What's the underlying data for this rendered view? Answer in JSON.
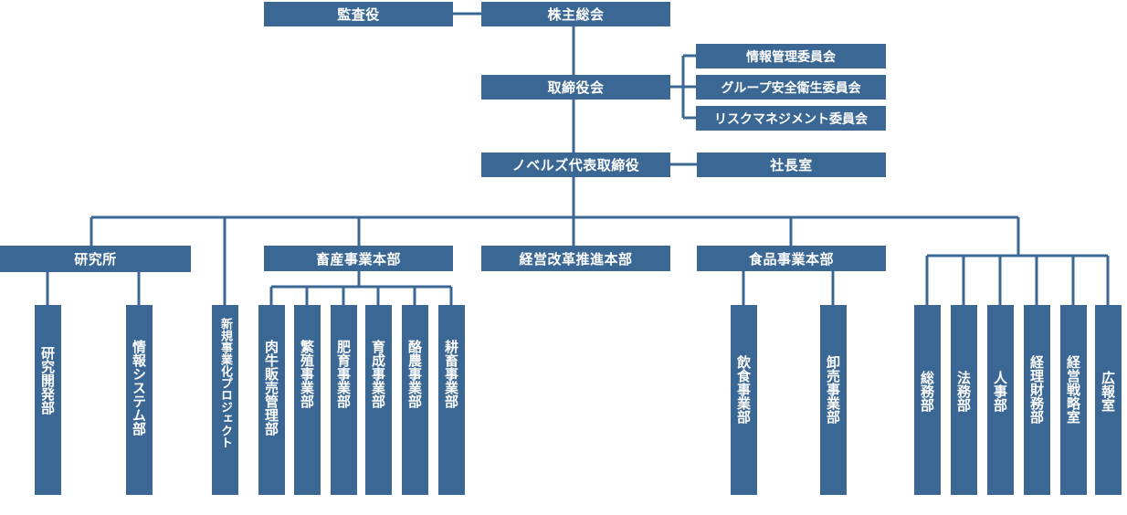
{
  "nodes": {
    "auditor": "監査役",
    "shareholders": "株主総会",
    "board": "取締役会",
    "info_mgmt": "情報管理委員会",
    "group_safety": "グループ安全衛生委員会",
    "risk_mgmt": "リスクマネジメント委員会",
    "ceo": "ノベルズ代表取締役",
    "president_office": "社長室",
    "research_institute": "研究所",
    "livestock_hq": "畜産事業本部",
    "reform_hq": "経営改革推進本部",
    "food_hq": "食品事業本部",
    "rd_dept": "研究開発部",
    "is_dept": "情報システム部",
    "new_biz": "新規事業化プロジェクト",
    "beef_sales": "肉牛販売管理部",
    "breeding": "繁殖事業部",
    "fattening": "肥育事業部",
    "rearing": "育成事業部",
    "dairy": "酪農事業部",
    "crop_livestock": "耕畜事業部",
    "restaurant": "飲食事業部",
    "wholesale": "卸売事業部",
    "general_affairs": "総務部",
    "legal": "法務部",
    "hr": "人事部",
    "finance": "経理財務部",
    "strategy": "経営戦略室",
    "pr": "広報室"
  },
  "colors": {
    "box": "#3A6794",
    "line": "#3A6794",
    "text": "#FFFFFF"
  }
}
